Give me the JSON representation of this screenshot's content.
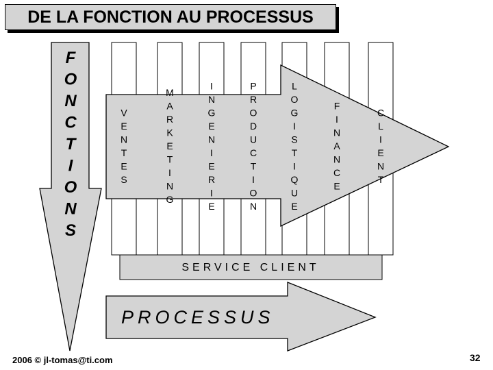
{
  "title": "DE LA FONCTION AU PROCESSUS",
  "fonctions_label": "FONCTIONS",
  "columns": [
    "VENTES",
    "MARKETING",
    "INGENIERIE",
    "PRODUCTION",
    "LOGISTIQUE",
    "FINANCE",
    "CLIENT"
  ],
  "service_client": "SERVICE CLIENT",
  "processus": "PROCESSUS",
  "footer": "2006 © jl-tomas@ti.com",
  "page_number": "32",
  "colors": {
    "fill": "#d4d4d4",
    "stroke": "#000000",
    "background": "#ffffff"
  }
}
